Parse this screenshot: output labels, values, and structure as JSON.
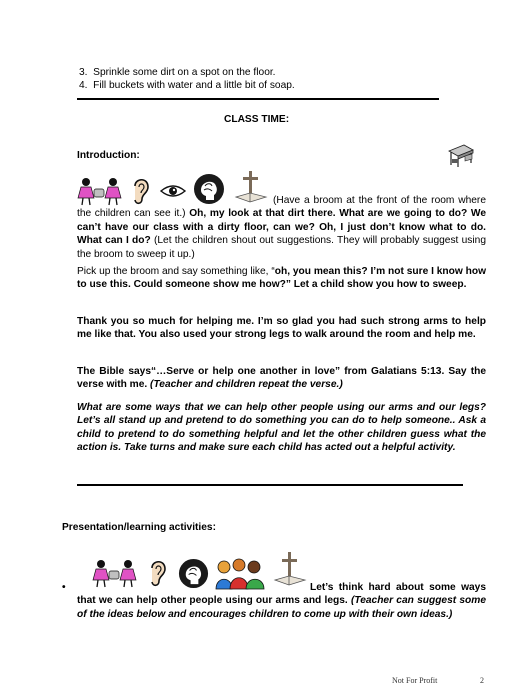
{
  "steps": [
    {
      "num": "3.",
      "text": "Sprinkle some dirt on a spot on the floor."
    },
    {
      "num": "4.",
      "text": "Fill buckets with water and a little bit of soap."
    }
  ],
  "class_time": "CLASS TIME:",
  "introduction": {
    "heading": "Introduction:",
    "p1_a": "(Have a broom at the front of the room where the children can see it.) ",
    "p1_b": "Oh, my look at that dirt there.  What are we going to do?  We can’t have our class with a dirty floor, can we?  Oh, I just don’t know what to do.  What can I do?",
    "p1_c": "  (Let the children shout out suggestions.  They will probably suggest using the broom to sweep it up.)",
    "p2_a": "Pick up the broom and say something like, “",
    "p2_b": "oh, you mean this?  I’m not sure I know how to use this.  Could someone show me how?”  Let a child show you how to sweep.",
    "p3": "Thank you so much for helping me.  I’m so glad you had such strong arms to help me like that. You also used your strong legs to walk around the room and help me.",
    "p4_a": "The Bible says“…Serve or help one another in love” from Galatians 5:13.  Say the verse with me. ",
    "p4_b": "(Teacher and children repeat the verse.)",
    "p5": " What are some ways that we can help other people using our arms and our legs? Let’s all stand up and pretend to do something you can do to help someone.. Ask a child to pretend to do something helpful and let the other children guess what the action is. Take turns and make sure each child has acted out a helpful activity."
  },
  "presentation": {
    "heading": "Presentation/learning activities:",
    "bullet": "•",
    "b_a": "Let’s think hard about some ways that we can help other people using our arms and legs.  ",
    "b_b": "(Teacher can suggest some of the ideas below and encourages children to come up with their own ideas.)"
  },
  "footer": {
    "left": "Not For Profit",
    "page": "2"
  },
  "icons": {
    "desk": "school-desk-icon",
    "row1": [
      "children-talking-icon",
      "ear-icon",
      "eye-icon",
      "head-thinking-icon",
      "cross-bible-icon"
    ],
    "row2": [
      "children-talking-icon",
      "ear-icon",
      "head-thinking-icon",
      "group-of-children-icon",
      "cross-bible-icon"
    ]
  }
}
